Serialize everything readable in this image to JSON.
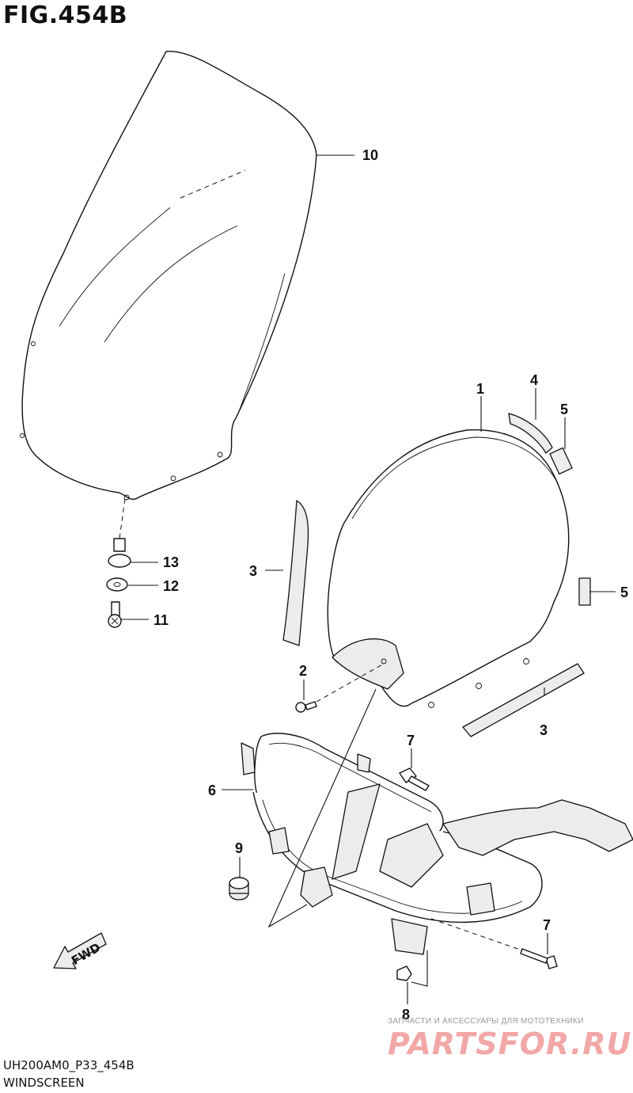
{
  "figure": {
    "title": "FIG.454B",
    "code": "UH200AM0_P33_454B",
    "name": "WINDSCREEN"
  },
  "callouts": [
    "1",
    "2",
    "3",
    "3",
    "4",
    "5",
    "5",
    "6",
    "7",
    "7",
    "8",
    "9",
    "10",
    "11",
    "12",
    "13"
  ],
  "direction_arrow": {
    "label": "FWD"
  },
  "watermark": {
    "tagline": "ЗАПЧАСТИ И АКСЕССУАРЫ ДЛЯ МОТОТЕХНИКИ",
    "brand": "PARTSFOR.RU"
  }
}
